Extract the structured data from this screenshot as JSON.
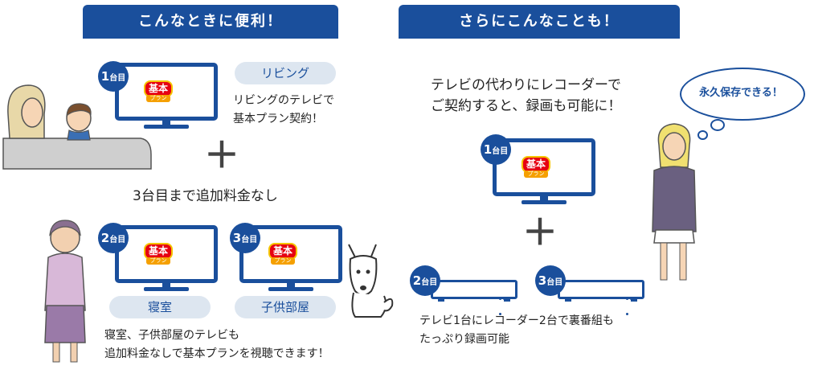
{
  "left": {
    "header": "こんなときに便利！",
    "living": {
      "badge_num": "1",
      "badge_unit": "台目",
      "pill": "リビング",
      "desc_line1": "リビングのテレビで",
      "desc_line2": "基本プラン契約！"
    },
    "plus": "＋",
    "mid_text": "3台目まで追加料金なし",
    "tv2": {
      "badge_num": "2",
      "badge_unit": "台目",
      "pill": "寝室"
    },
    "tv3": {
      "badge_num": "3",
      "badge_unit": "台目",
      "pill": "子供部屋"
    },
    "bottom_line1": "寝室、子供部屋のテレビも",
    "bottom_line2": "追加料金なしで基本プランを視聴できます！"
  },
  "right": {
    "header": "さらにこんなことも！",
    "lead_line1": "テレビの代わりにレコーダーで",
    "lead_line2": "ご契約すると、録画も可能に！",
    "tv1": {
      "badge_num": "1",
      "badge_unit": "台目"
    },
    "plus": "＋",
    "rec2": {
      "badge_num": "2",
      "badge_unit": "台目"
    },
    "rec3": {
      "badge_num": "3",
      "badge_unit": "台目"
    },
    "bottom_line1": "テレビ1台にレコーダー2台で裏番組も",
    "bottom_line2": "たっぷり録画可能",
    "bubble": "永久保存できる！"
  },
  "logo": {
    "main": "基本",
    "sub": "プラン"
  },
  "icons": {
    "family": "family-on-sofa-icon",
    "grandma": "grandmother-icon",
    "dog": "dog-icon",
    "woman": "woman-standing-icon"
  },
  "colors": {
    "brand_blue": "#1a4f9c",
    "pill_bg": "#dde6f0",
    "logo_red": "#e60012",
    "logo_yellow": "#f5c400"
  }
}
